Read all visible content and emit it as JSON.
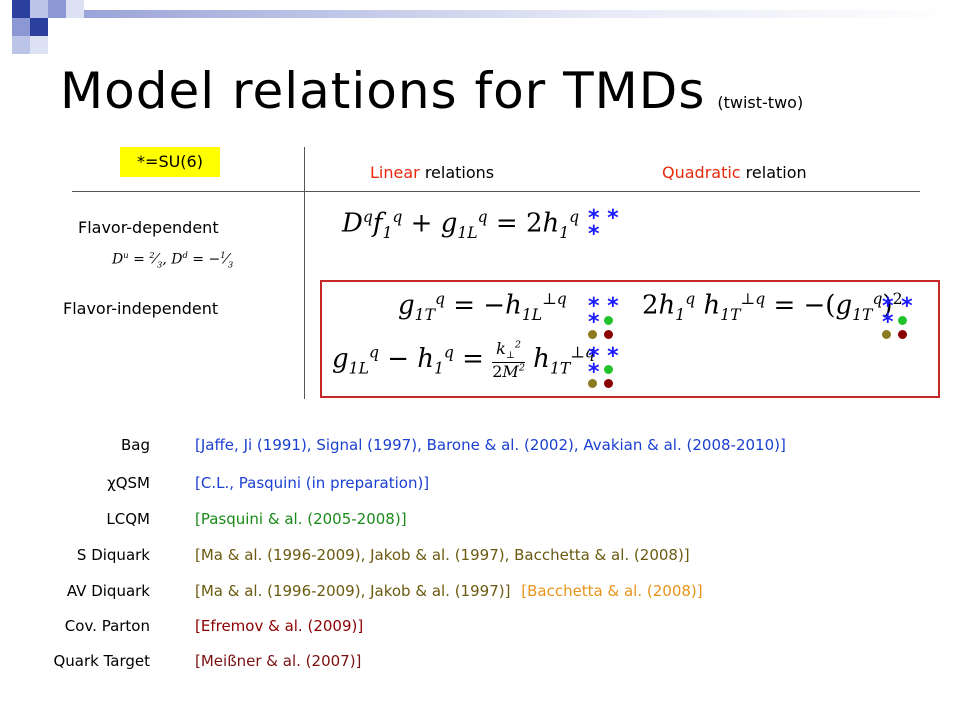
{
  "title": "Model relations for TMDs",
  "subtitle": "(twist-two)",
  "highlight": "*=SU(6)",
  "columns": {
    "linear": {
      "colored": "Linear",
      "rest": " relations"
    },
    "quadratic": {
      "colored": "Quadratic",
      "rest": " relation"
    }
  },
  "rows": {
    "flavor_dependent": "Flavor-dependent",
    "flavor_independent": "Flavor-independent"
  },
  "equations": {
    "eq1": "D^q f_1^q + g_1L^q = 2 h_1^q",
    "charges": "D^u = 2/3, D^d = -1/3",
    "eq2": "g_1T^q = -h_1L^⊥q",
    "eq3": "g_1L^q - h_1^q = k⊥^2/(2M^2) h_1T^⊥q",
    "eq4": "2 h_1^q h_1T^⊥q = -(g_1T^q)^2"
  },
  "references": [
    {
      "model": "Bag",
      "text": "[Jaffe, Ji (1991), Signal (1997), Barone & al. (2002), Avakian & al. (2008-2010)]",
      "color": "#1a3fd1"
    },
    {
      "model": "χQSM",
      "text": "[C.L., Pasquini (in preparation)]",
      "color": "#1a3fd1"
    },
    {
      "model": "LCQM",
      "text": "[Pasquini & al. (2005-2008)]",
      "color": "#1a8a1a"
    },
    {
      "model": "S Diquark",
      "text": "[Ma & al. (1996-2009), Jakob & al. (1997), Bacchetta & al. (2008)]",
      "color": "#6b5a10"
    },
    {
      "model": "AV Diquark",
      "text": "[Ma & al. (1996-2009), Jakob & al. (1997)]",
      "extra": "[Bacchetta & al. (2008)]",
      "color": "#6b5a10",
      "extra_color": "#e8941a"
    },
    {
      "model": "Cov. Parton",
      "text": "[Efremov & al. (2009)]",
      "color": "#8b0000"
    },
    {
      "model": "Quark Target",
      "text": "[Meißner & al. (2007)]",
      "color": "#7a1010"
    }
  ],
  "colors": {
    "star": "#1a1aff",
    "green_dot": "#22c22c",
    "red_dot": "#8b0000",
    "olive_dot": "#8b7a20",
    "box": "#c62828",
    "highlight": "#ffff00"
  }
}
